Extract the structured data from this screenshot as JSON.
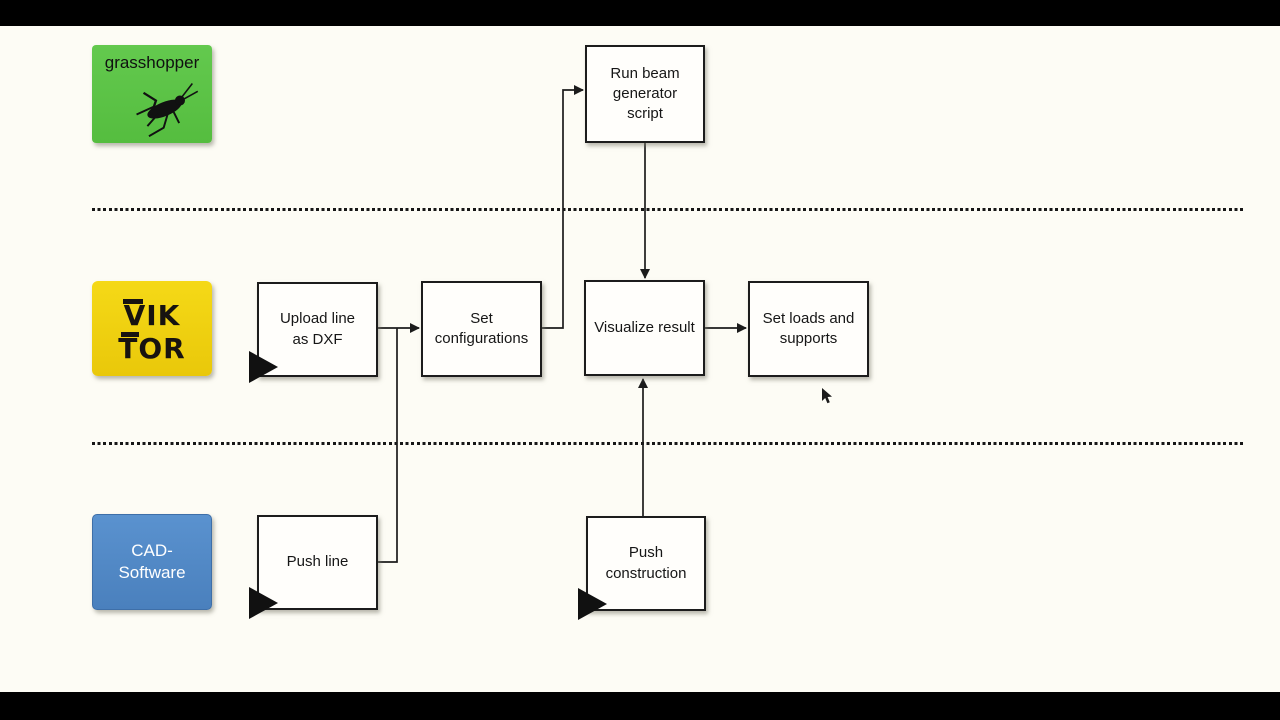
{
  "colors": {
    "background": "#fdfcf5",
    "letterbox": "#000000",
    "grasshopper_green": "#5cc247",
    "viktor_yellow": "#f0d00e",
    "cad_blue": "#4d86c5",
    "node_fill": "#fffefb",
    "line_color": "#1c1c1c"
  },
  "logos": {
    "grasshopper": {
      "label": "grasshopper",
      "icon": "grasshopper-icon"
    },
    "viktor": {
      "line1": "VIK",
      "line2": "TOR"
    },
    "cad": {
      "label": "CAD-\nSoftware"
    }
  },
  "nodes": {
    "run_beam": {
      "label": "Run beam\ngenerator\nscript",
      "lane": "grasshopper"
    },
    "upload_line": {
      "label": "Upload line\nas DXF",
      "lane": "viktor"
    },
    "set_config": {
      "label": "Set\nconfigurations",
      "lane": "viktor"
    },
    "visualize": {
      "label": "Visualize result",
      "lane": "viktor"
    },
    "set_loads": {
      "label": "Set loads and\nsupports",
      "lane": "viktor"
    },
    "push_line": {
      "label": "Push line",
      "lane": "cad"
    },
    "push_construction": {
      "label": "Push\nconstruction",
      "lane": "cad"
    }
  },
  "edges": [
    {
      "from": "upload_line",
      "to": "set_config"
    },
    {
      "from": "push_line",
      "to": "set_config"
    },
    {
      "from": "set_config",
      "to": "run_beam"
    },
    {
      "from": "run_beam",
      "to": "visualize"
    },
    {
      "from": "visualize",
      "to": "set_loads"
    },
    {
      "from": "push_construction",
      "to": "visualize"
    }
  ],
  "play_markers": [
    "upload_line",
    "push_line",
    "push_construction"
  ],
  "icons": {
    "grasshopper_logo": "grasshopper-icon",
    "play_marker": "play-triangle-icon",
    "pointer": "mouse-cursor"
  }
}
